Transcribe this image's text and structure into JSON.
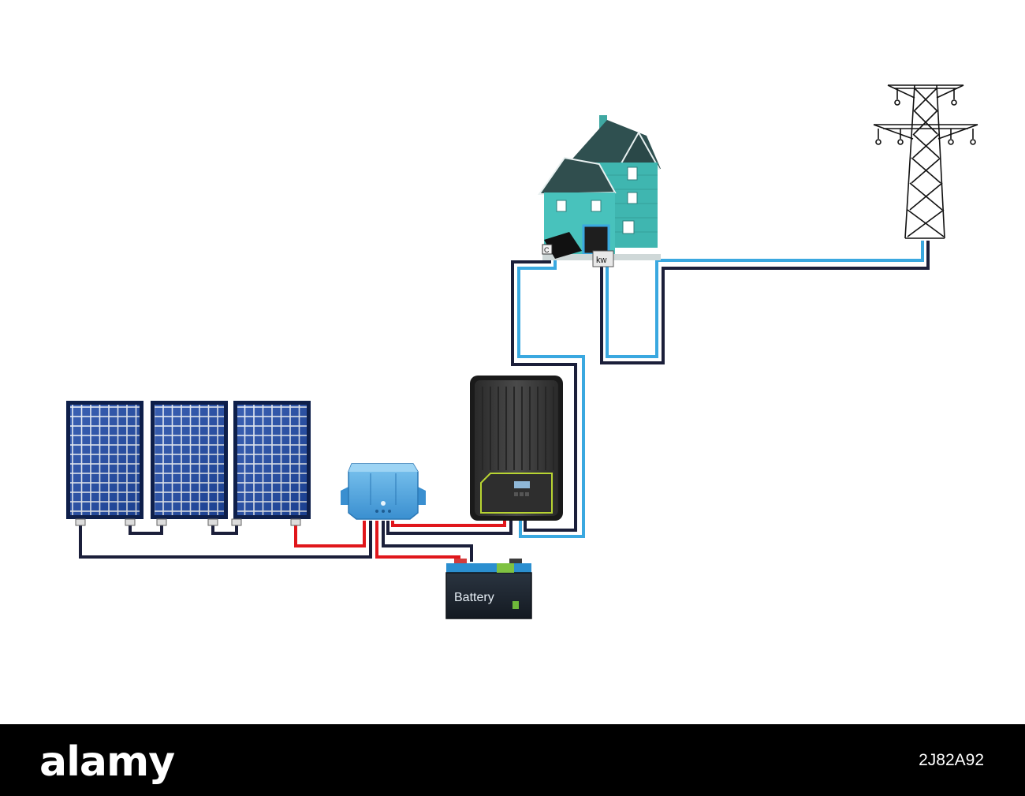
{
  "diagram": {
    "battery_label": "Battery",
    "meter_label": "kw",
    "consumer_unit_label": "C",
    "colors": {
      "negative_wire": "#1b1f3a",
      "positive_wire": "#e0161b",
      "ac_live_wire": "#3aa8e0",
      "panel_blue": "#1c3d8f",
      "controller_blue": "#4aa3e0",
      "inverter_body": "#3c3c3c",
      "house_teal": "#3fb6b0",
      "roof_dark": "#2f5050"
    },
    "icons": [
      "solar-panel-icon",
      "charge-controller-icon",
      "inverter-icon",
      "battery-icon",
      "house-icon",
      "energy-meter-icon",
      "transmission-tower-icon"
    ]
  },
  "footer": {
    "brand": "alamy",
    "stock_id": "2J82A92"
  }
}
